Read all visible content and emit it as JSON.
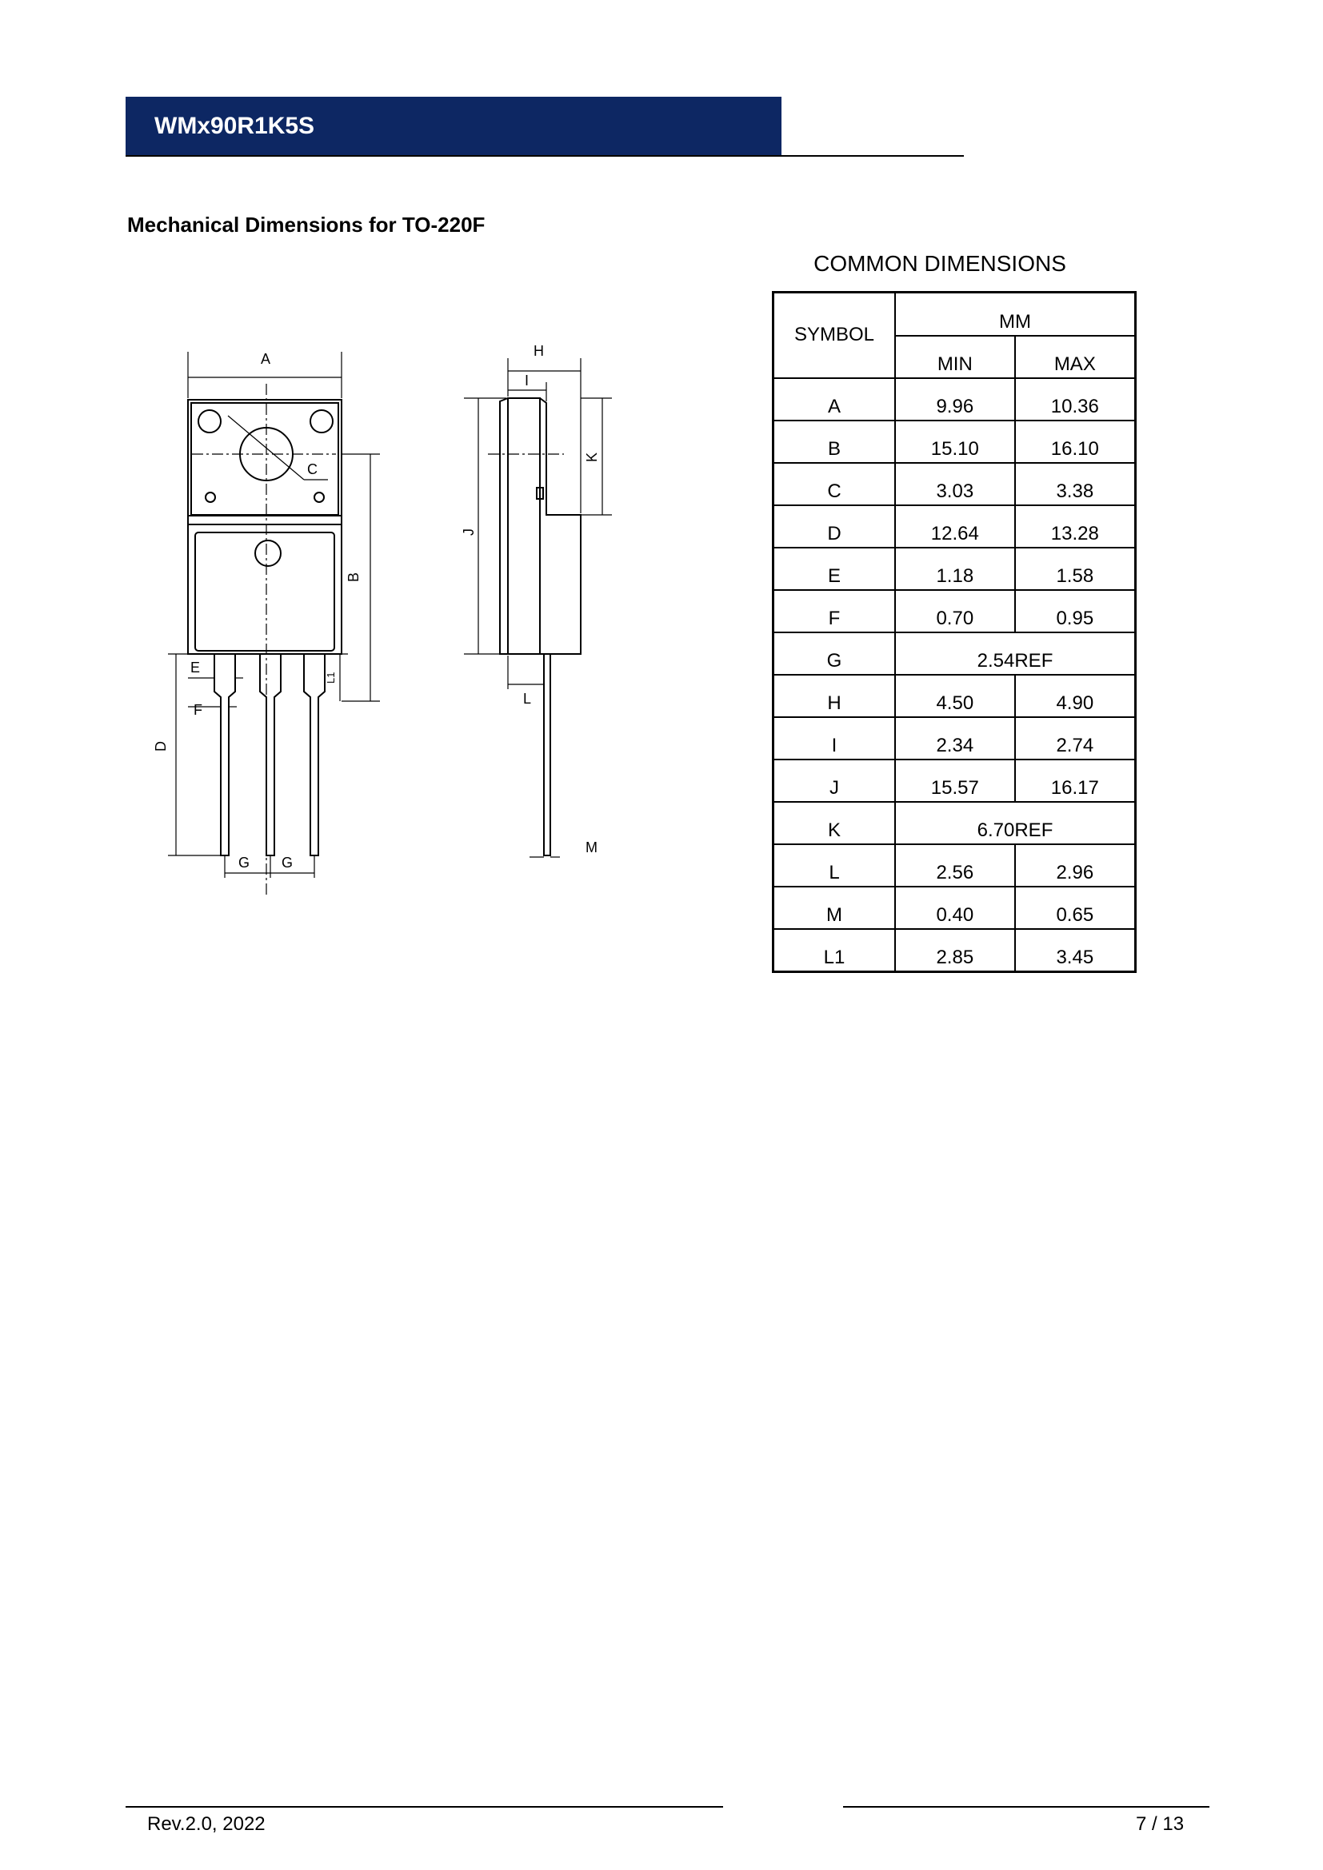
{
  "header": {
    "title": "WMx90R1K5S"
  },
  "section_title": "Mechanical Dimensions for TO-220F",
  "drawing": {
    "labels": {
      "A": "A",
      "B": "B",
      "C": "C",
      "D": "D",
      "E": "E",
      "F": "F",
      "G": "G",
      "H": "H",
      "I": "I",
      "J": "J",
      "K": "K",
      "L": "L",
      "M": "M",
      "L1": "L1"
    }
  },
  "table": {
    "title": "COMMON DIMENSIONS",
    "symbol_header": "SYMBOL",
    "unit_header": "MM",
    "min_header": "MIN",
    "max_header": "MAX",
    "rows": [
      {
        "symbol": "A",
        "min": "9.96",
        "max": "10.36"
      },
      {
        "symbol": "B",
        "min": "15.10",
        "max": "16.10"
      },
      {
        "symbol": "C",
        "min": "3.03",
        "max": "3.38"
      },
      {
        "symbol": "D",
        "min": "12.64",
        "max": "13.28"
      },
      {
        "symbol": "E",
        "min": "1.18",
        "max": "1.58"
      },
      {
        "symbol": "F",
        "min": "0.70",
        "max": "0.95"
      },
      {
        "symbol": "G",
        "ref": "2.54REF"
      },
      {
        "symbol": "H",
        "min": "4.50",
        "max": "4.90"
      },
      {
        "symbol": "I",
        "min": "2.34",
        "max": "2.74"
      },
      {
        "symbol": "J",
        "min": "15.57",
        "max": "16.17"
      },
      {
        "symbol": "K",
        "ref": "6.70REF"
      },
      {
        "symbol": "L",
        "min": "2.56",
        "max": "2.96"
      },
      {
        "symbol": "M",
        "min": "0.40",
        "max": "0.65"
      },
      {
        "symbol": "L1",
        "min": "2.85",
        "max": "3.45"
      }
    ]
  },
  "footer": {
    "revision": "Rev.2.0, 2022",
    "page": "7 / 13"
  }
}
